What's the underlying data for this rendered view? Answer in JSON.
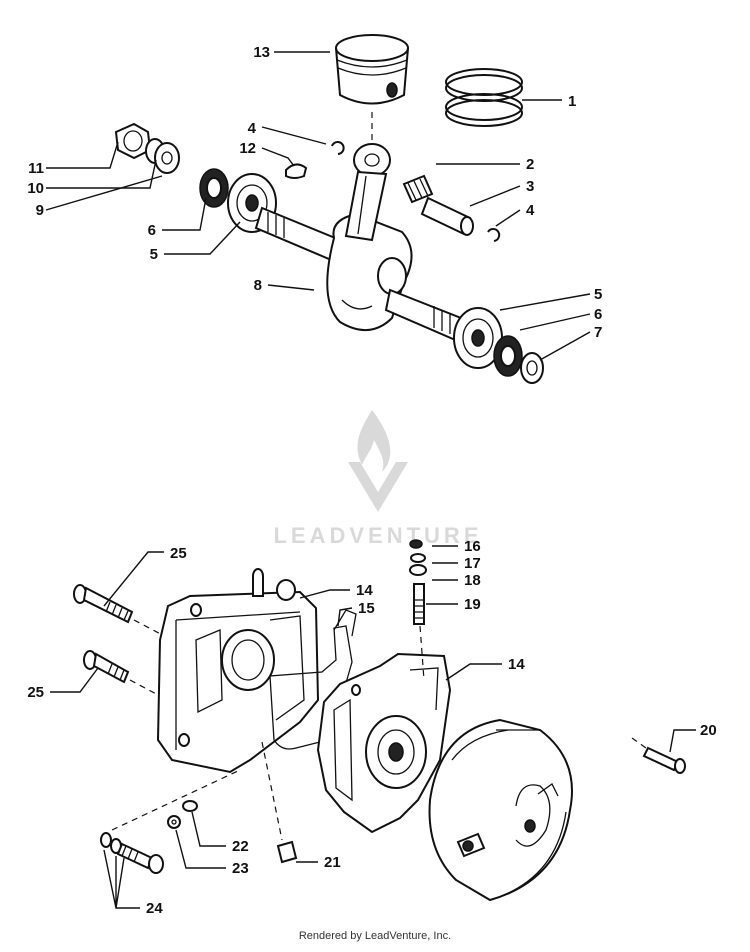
{
  "watermark": {
    "text": "LEADVENTURE"
  },
  "footer": {
    "text": "Rendered by LeadVenture, Inc."
  },
  "callouts": {
    "c1": "1",
    "c2": "2",
    "c3": "3",
    "c4a": "4",
    "c4b": "4",
    "c5a": "5",
    "c5b": "5",
    "c6a": "6",
    "c6b": "6",
    "c7": "7",
    "c8": "8",
    "c9": "9",
    "c10": "10",
    "c11": "11",
    "c12": "12",
    "c13": "13",
    "c14a": "14",
    "c14b": "14",
    "c15": "15",
    "c16": "16",
    "c17": "17",
    "c18": "18",
    "c19": "19",
    "c20": "20",
    "c21": "21",
    "c22": "22",
    "c23": "23",
    "c24": "24",
    "c25a": "25",
    "c25b": "25"
  }
}
